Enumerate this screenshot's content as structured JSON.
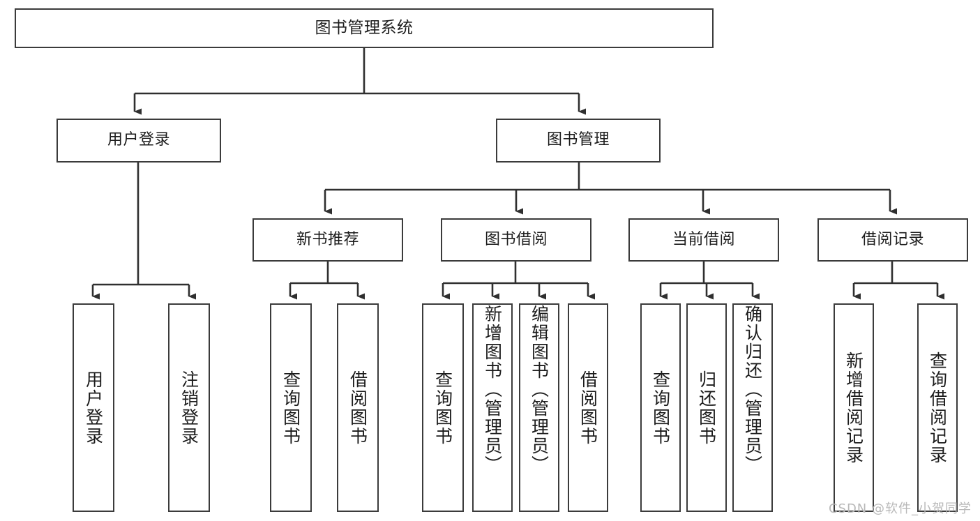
{
  "diagram": {
    "type": "tree-hierarchy-diagram",
    "title": "图书管理系统",
    "root": {
      "id": "root",
      "label": "图书管理系统"
    },
    "level2": [
      {
        "id": "user-login",
        "label": "用户登录"
      },
      {
        "id": "book-manage",
        "label": "图书管理"
      }
    ],
    "level3": [
      {
        "id": "new-book-recommend",
        "label": "新书推荐",
        "parent": "book-manage"
      },
      {
        "id": "book-borrow",
        "label": "图书借阅",
        "parent": "book-manage"
      },
      {
        "id": "current-borrow",
        "label": "当前借阅",
        "parent": "book-manage"
      },
      {
        "id": "borrow-record",
        "label": "借阅记录",
        "parent": "book-manage"
      }
    ],
    "leaves": [
      {
        "id": "leaf-user-login",
        "label": "用户登录",
        "parent": "user-login"
      },
      {
        "id": "leaf-logout-login",
        "label": "注销登录",
        "parent": "user-login"
      },
      {
        "id": "leaf-query-book-1",
        "label": "查询图书",
        "parent": "new-book-recommend"
      },
      {
        "id": "leaf-borrow-book-1",
        "label": "借阅图书",
        "parent": "new-book-recommend"
      },
      {
        "id": "leaf-query-book-2",
        "label": "查询图书",
        "parent": "book-borrow"
      },
      {
        "id": "leaf-add-book",
        "label": "新增图书（管理员）",
        "parent": "book-borrow"
      },
      {
        "id": "leaf-edit-book",
        "label": "编辑图书（管理员）",
        "parent": "book-borrow"
      },
      {
        "id": "leaf-borrow-book-2",
        "label": "借阅图书",
        "parent": "book-borrow"
      },
      {
        "id": "leaf-query-book-3",
        "label": "查询图书",
        "parent": "current-borrow"
      },
      {
        "id": "leaf-return-book",
        "label": "归还图书",
        "parent": "current-borrow"
      },
      {
        "id": "leaf-confirm-return",
        "label": "确认归还（管理员）",
        "parent": "current-borrow"
      },
      {
        "id": "leaf-add-record",
        "label": "新增借阅记录",
        "parent": "borrow-record"
      },
      {
        "id": "leaf-query-record",
        "label": "查询借阅记录",
        "parent": "borrow-record"
      }
    ]
  },
  "watermark": {
    "text": "CSDN @软件_小贺同学"
  },
  "colors": {
    "box_border": "#3b3b3b",
    "box_fill": "#ffffff",
    "connector": "#2f2f2f",
    "text": "#1c1c1c",
    "watermark": "#b9b9b9",
    "background": "#ffffff"
  }
}
